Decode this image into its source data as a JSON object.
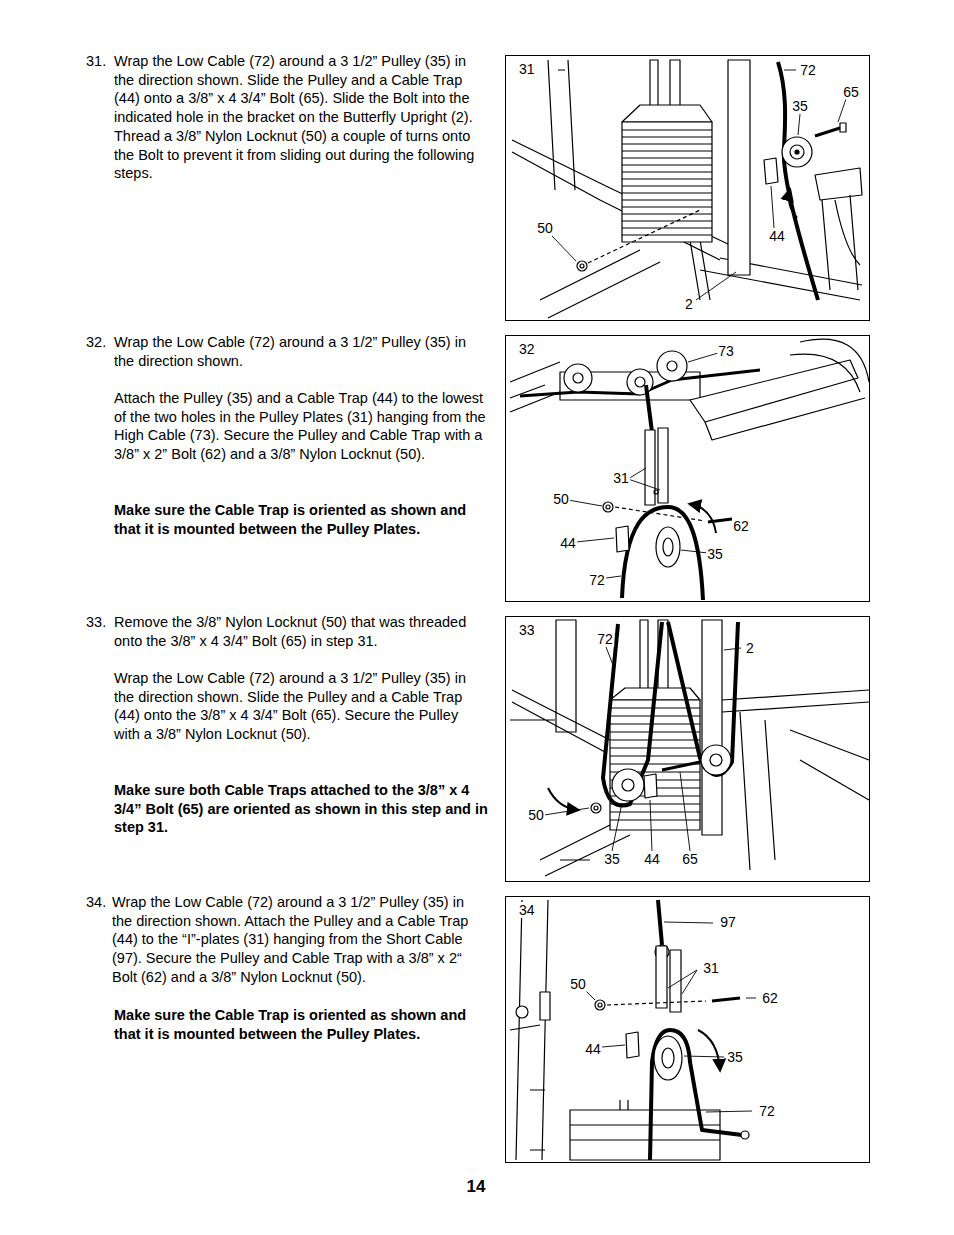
{
  "diagram": {
    "nodes": [
      {
        "text": [
          "31"
        ]
      },
      {
        "text": [
          "32"
        ]
      },
      {
        "text": [
          "33"
        ]
      },
      {
        "text": [
          "34"
        ]
      }
    ],
    "labels": [
      "31.",
      "Wrap the Low Cable (72) around a 3 1/2” Pulley (35) in the direction shown. Slide the Pulley and a Cable Trap (44) onto a 3/8” x 4 3/4” Bolt (65). Slide the Bolt into the indicated hole in the bracket on the Butterfly Upright (2). Thread a 3/8” Nylon Locknut (50) a couple of turns onto the Bolt to prevent it from sliding out during the following steps.",
      "72",
      "65",
      "35",
      "50",
      "44",
      "2",
      "32.",
      "Wrap the Low Cable (72) around a 3 1/2” Pulley (35) in the direction shown.",
      "Attach the Pulley (35) and a Cable Trap (44) to the lowest of the two holes in the Pulley Plates (31) hanging from the High Cable (73). Secure the Pulley and Cable Trap with a 3/8” x 2” Bolt (62) and a 3/8” Nylon Locknut (50).",
      "Make sure the Cable Trap is oriented as shown and that it is mounted between the Pulley Plates.",
      "73",
      "31",
      "50",
      "62",
      "44",
      "35",
      "72",
      "33.",
      "Remove the 3/8” Nylon Locknut (50) that was threaded onto the 3/8” x 4 3/4” Bolt (65) in step 31.",
      "Wrap the Low Cable (72) around a 3 1/2” Pulley (35) in the direction shown. Slide the Pulley and a Cable Trap (44) onto the 3/8” x 4 3/4” Bolt (65). Secure the Pulley with a 3/8” Nylon Locknut (50).",
      "Make sure both Cable Traps attached to the 3/8” x 4 3/4” Bolt (65) are oriented as shown in this step and in step 31.",
      "72",
      "2",
      "50",
      "35",
      "44",
      "65",
      "34.",
      "Wrap the Low Cable (72) around a 3 1/2” Pulley (35) in the direction shown. Attach the Pulley and a Cable Trap (44) to the “I”-plates (31) hanging from the Short Cable (97). Secure the Pulley and Cable Trap with a 3/8” x 2“ Bolt (62) and a 3/8” Nylon Locknut (50).",
      "Make sure the Cable Trap is oriented as shown and that it is mounted between the Pulley Plates.",
      "97",
      "31",
      "50",
      "62",
      "44",
      "35",
      "72",
      "14"
    ]
  }
}
